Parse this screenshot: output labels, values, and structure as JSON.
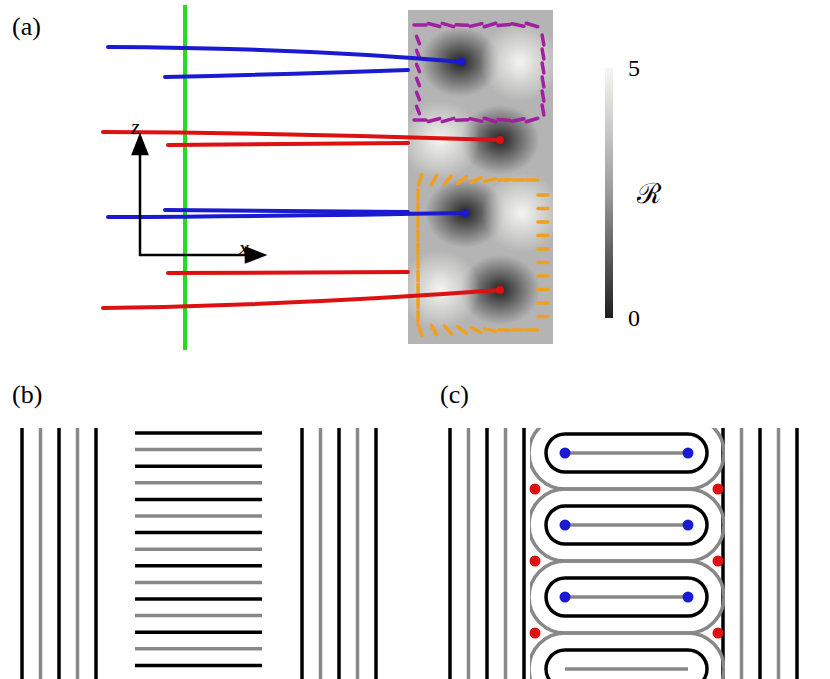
{
  "diagram": {
    "labels": [
      "(a)",
      "z",
      "x",
      "5",
      "ℛ",
      "0",
      "(b)",
      "(c)"
    ]
  }
}
